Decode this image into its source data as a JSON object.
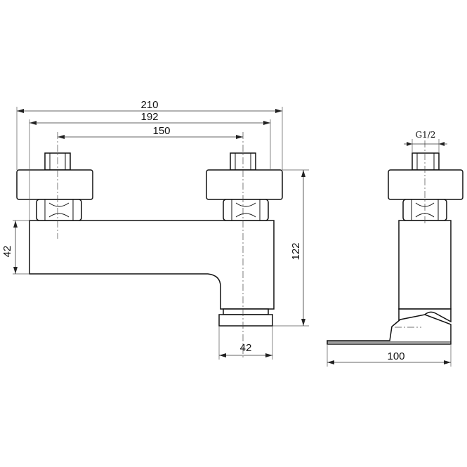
{
  "dimensions": {
    "overall_width": "210",
    "outer_nut_spacing": "192",
    "center_spacing": "150",
    "body_height": "42",
    "total_height": "122",
    "spout_width": "42",
    "side_depth": "100",
    "thread": "G1/2"
  }
}
